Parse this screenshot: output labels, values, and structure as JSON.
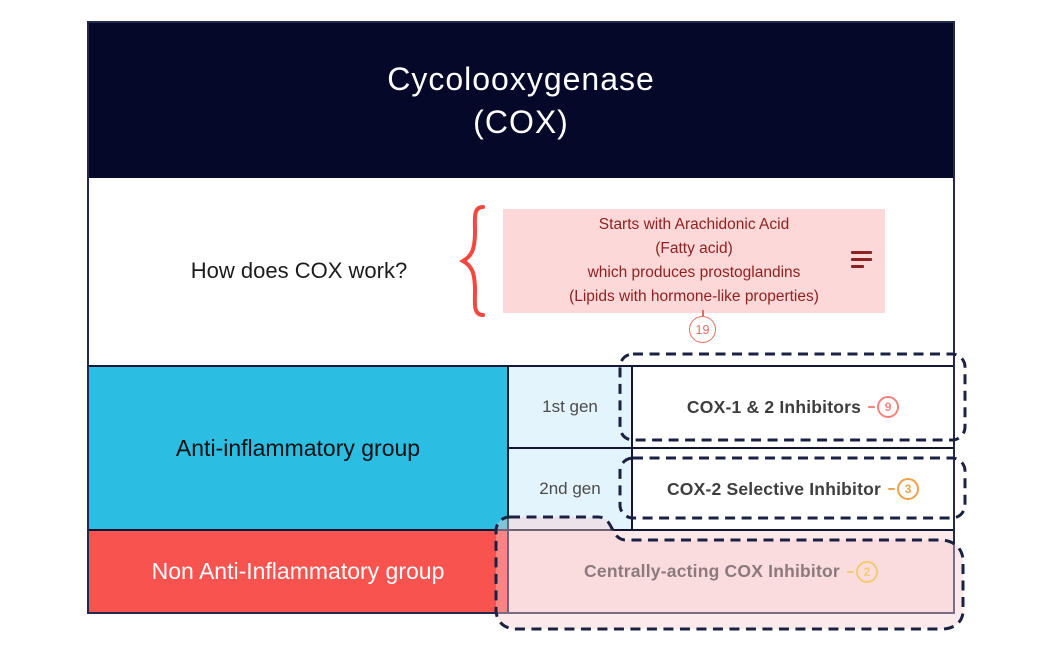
{
  "title": {
    "line1": "Cycolooxygenase",
    "line2": "(COX)"
  },
  "how_section": {
    "question": "How does COX work?",
    "answer_lines": [
      "Starts with Arachidonic Acid",
      "(Fatty acid)",
      "which produces prostoglandins",
      "(Lipids with hormone-like properties)"
    ],
    "badge": "19"
  },
  "groups": {
    "anti": {
      "label": "Anti-inflammatory group",
      "rows": [
        {
          "gen": "1st gen",
          "inhibitor": "COX-1 & 2 Inhibitors",
          "badge": "9"
        },
        {
          "gen": "2nd gen",
          "inhibitor": "COX-2 Selective Inhibitor",
          "badge": "3"
        }
      ]
    },
    "non_anti": {
      "label": "Non Anti-Inflammatory group",
      "inhibitor": "Centrally-acting COX Inhibitor",
      "badge": "2"
    }
  },
  "colors": {
    "header_bg": "#050829",
    "border_navy": "#131735",
    "dashed_navy": "#1b2142",
    "anti_group_bg": "#2cbde2",
    "non_anti_group_bg": "#f9534f",
    "gen_cell_bg": "#e4f4fc",
    "answer_box_bg": "#fdd8d8",
    "central_cell_bg": "#fbdfe2",
    "answer_text": "#8e2121",
    "brace_red": "#f4473e",
    "badge_19": "#ee6a5e",
    "badge_9": "#f4837d",
    "badge_3": "#f0a24a",
    "badge_2": "#f2cd26"
  }
}
